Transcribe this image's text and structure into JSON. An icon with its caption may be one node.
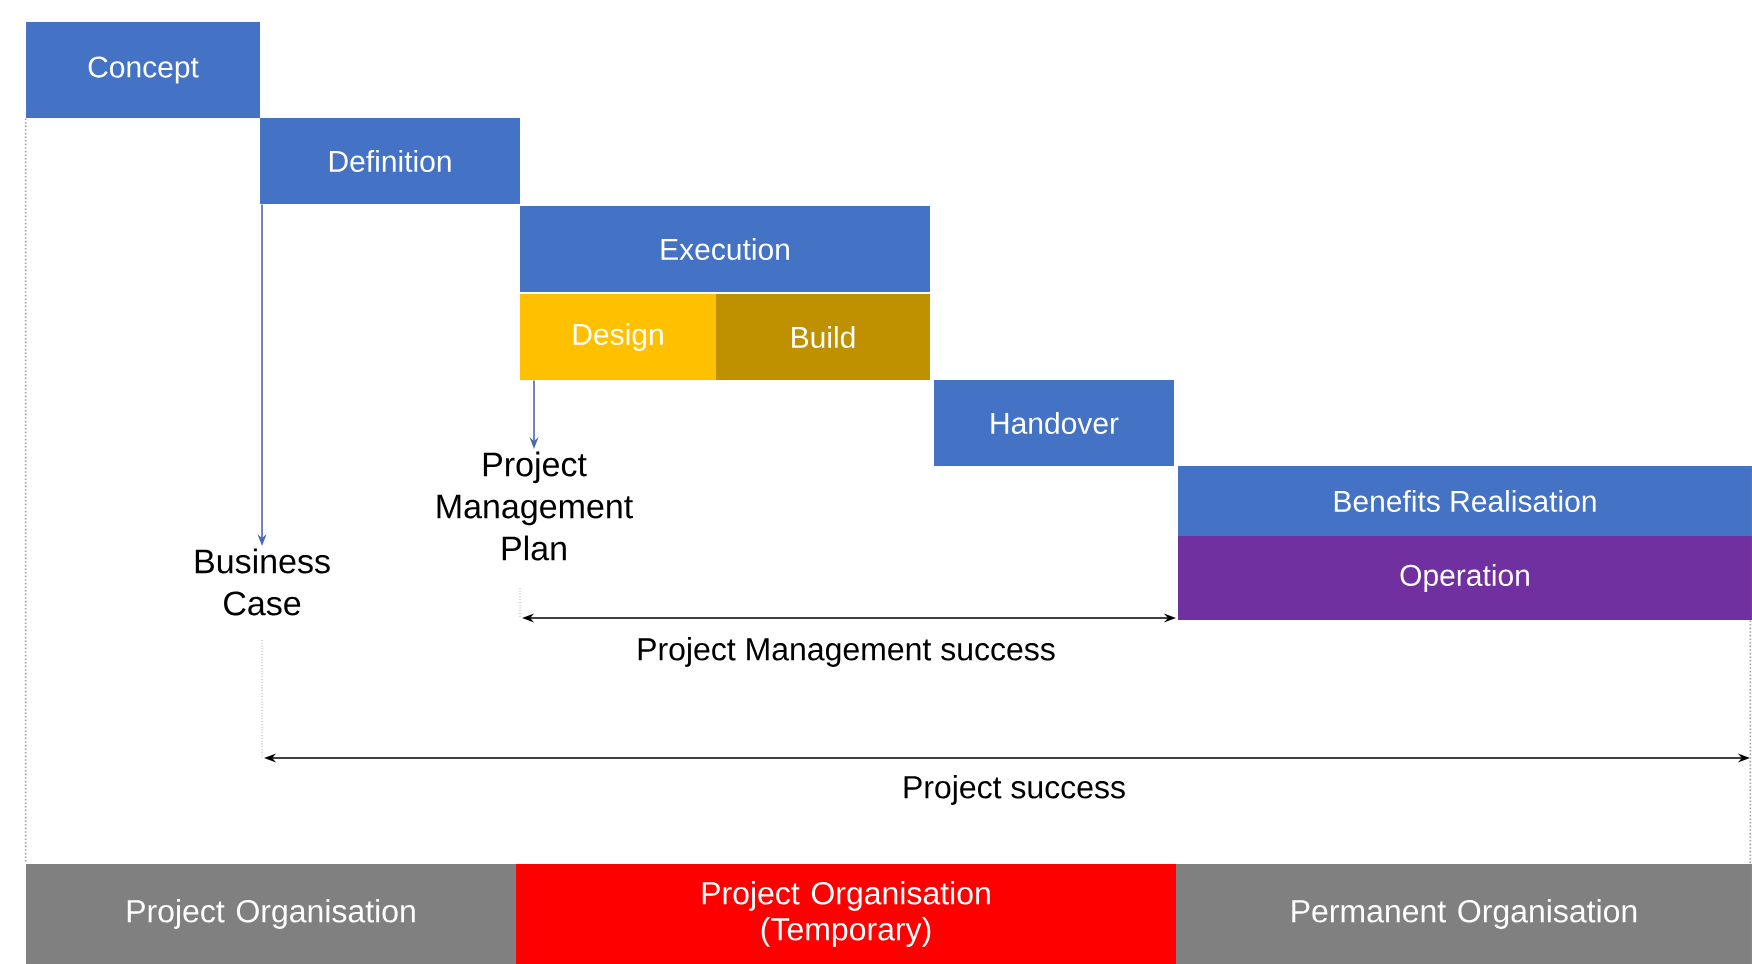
{
  "diagram": {
    "nodes": [
      {
        "text": [
          "Concept"
        ]
      },
      {
        "text": [
          "Definition"
        ]
      },
      {
        "text": [
          "Execution"
        ]
      },
      {
        "text": [
          "Design"
        ]
      },
      {
        "text": [
          "Build"
        ]
      },
      {
        "text": [
          "Handover"
        ]
      },
      {
        "text": [
          "Benefits Realisation"
        ]
      },
      {
        "text": [
          "Operation"
        ]
      },
      {
        "text": [
          "Business Case"
        ]
      },
      {
        "text": [
          "Project Management Plan"
        ]
      },
      {
        "text": [
          "Project Organisation"
        ]
      },
      {
        "text": [
          "Project Organisation (Temporary)"
        ]
      },
      {
        "text": [
          "Permanent Organisation"
        ]
      }
    ],
    "edges": [
      {
        "from": 1,
        "to": 8,
        "arrow": "to"
      },
      {
        "from": 3,
        "to": 9,
        "arrow": "to"
      },
      {
        "from": 0,
        "to": 10,
        "arrow": "none",
        "style": "dashed",
        "color": "#a0a0a0"
      },
      {
        "from": 7,
        "to": 12,
        "arrow": "none",
        "style": "dashed",
        "color": "#a0a0a0"
      }
    ],
    "labels": [
      "Project Management success",
      "Project success"
    ]
  }
}
